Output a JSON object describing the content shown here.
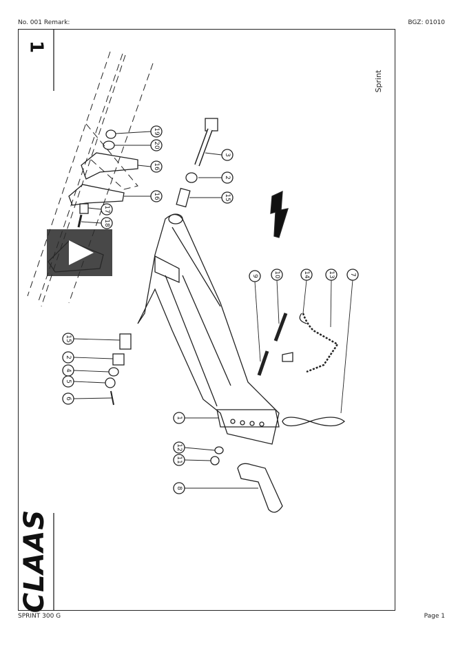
{
  "header": {
    "left": "No. 001   Remark:",
    "right": "BGZ: 01010"
  },
  "footer": {
    "left": "SPRINT 300 G",
    "right": "Page 1"
  },
  "sheet": {
    "figure_number": "1",
    "title": "Sprint",
    "logo_text": "CLAAS"
  },
  "callouts": [
    "19",
    "20",
    "16",
    "16",
    "17",
    "18",
    "3",
    "2",
    "15",
    "15",
    "2",
    "4",
    "5",
    "6",
    "9",
    "10",
    "14",
    "13",
    "7",
    "1",
    "12",
    "11",
    "8"
  ],
  "video": {
    "icon": "play-icon"
  }
}
